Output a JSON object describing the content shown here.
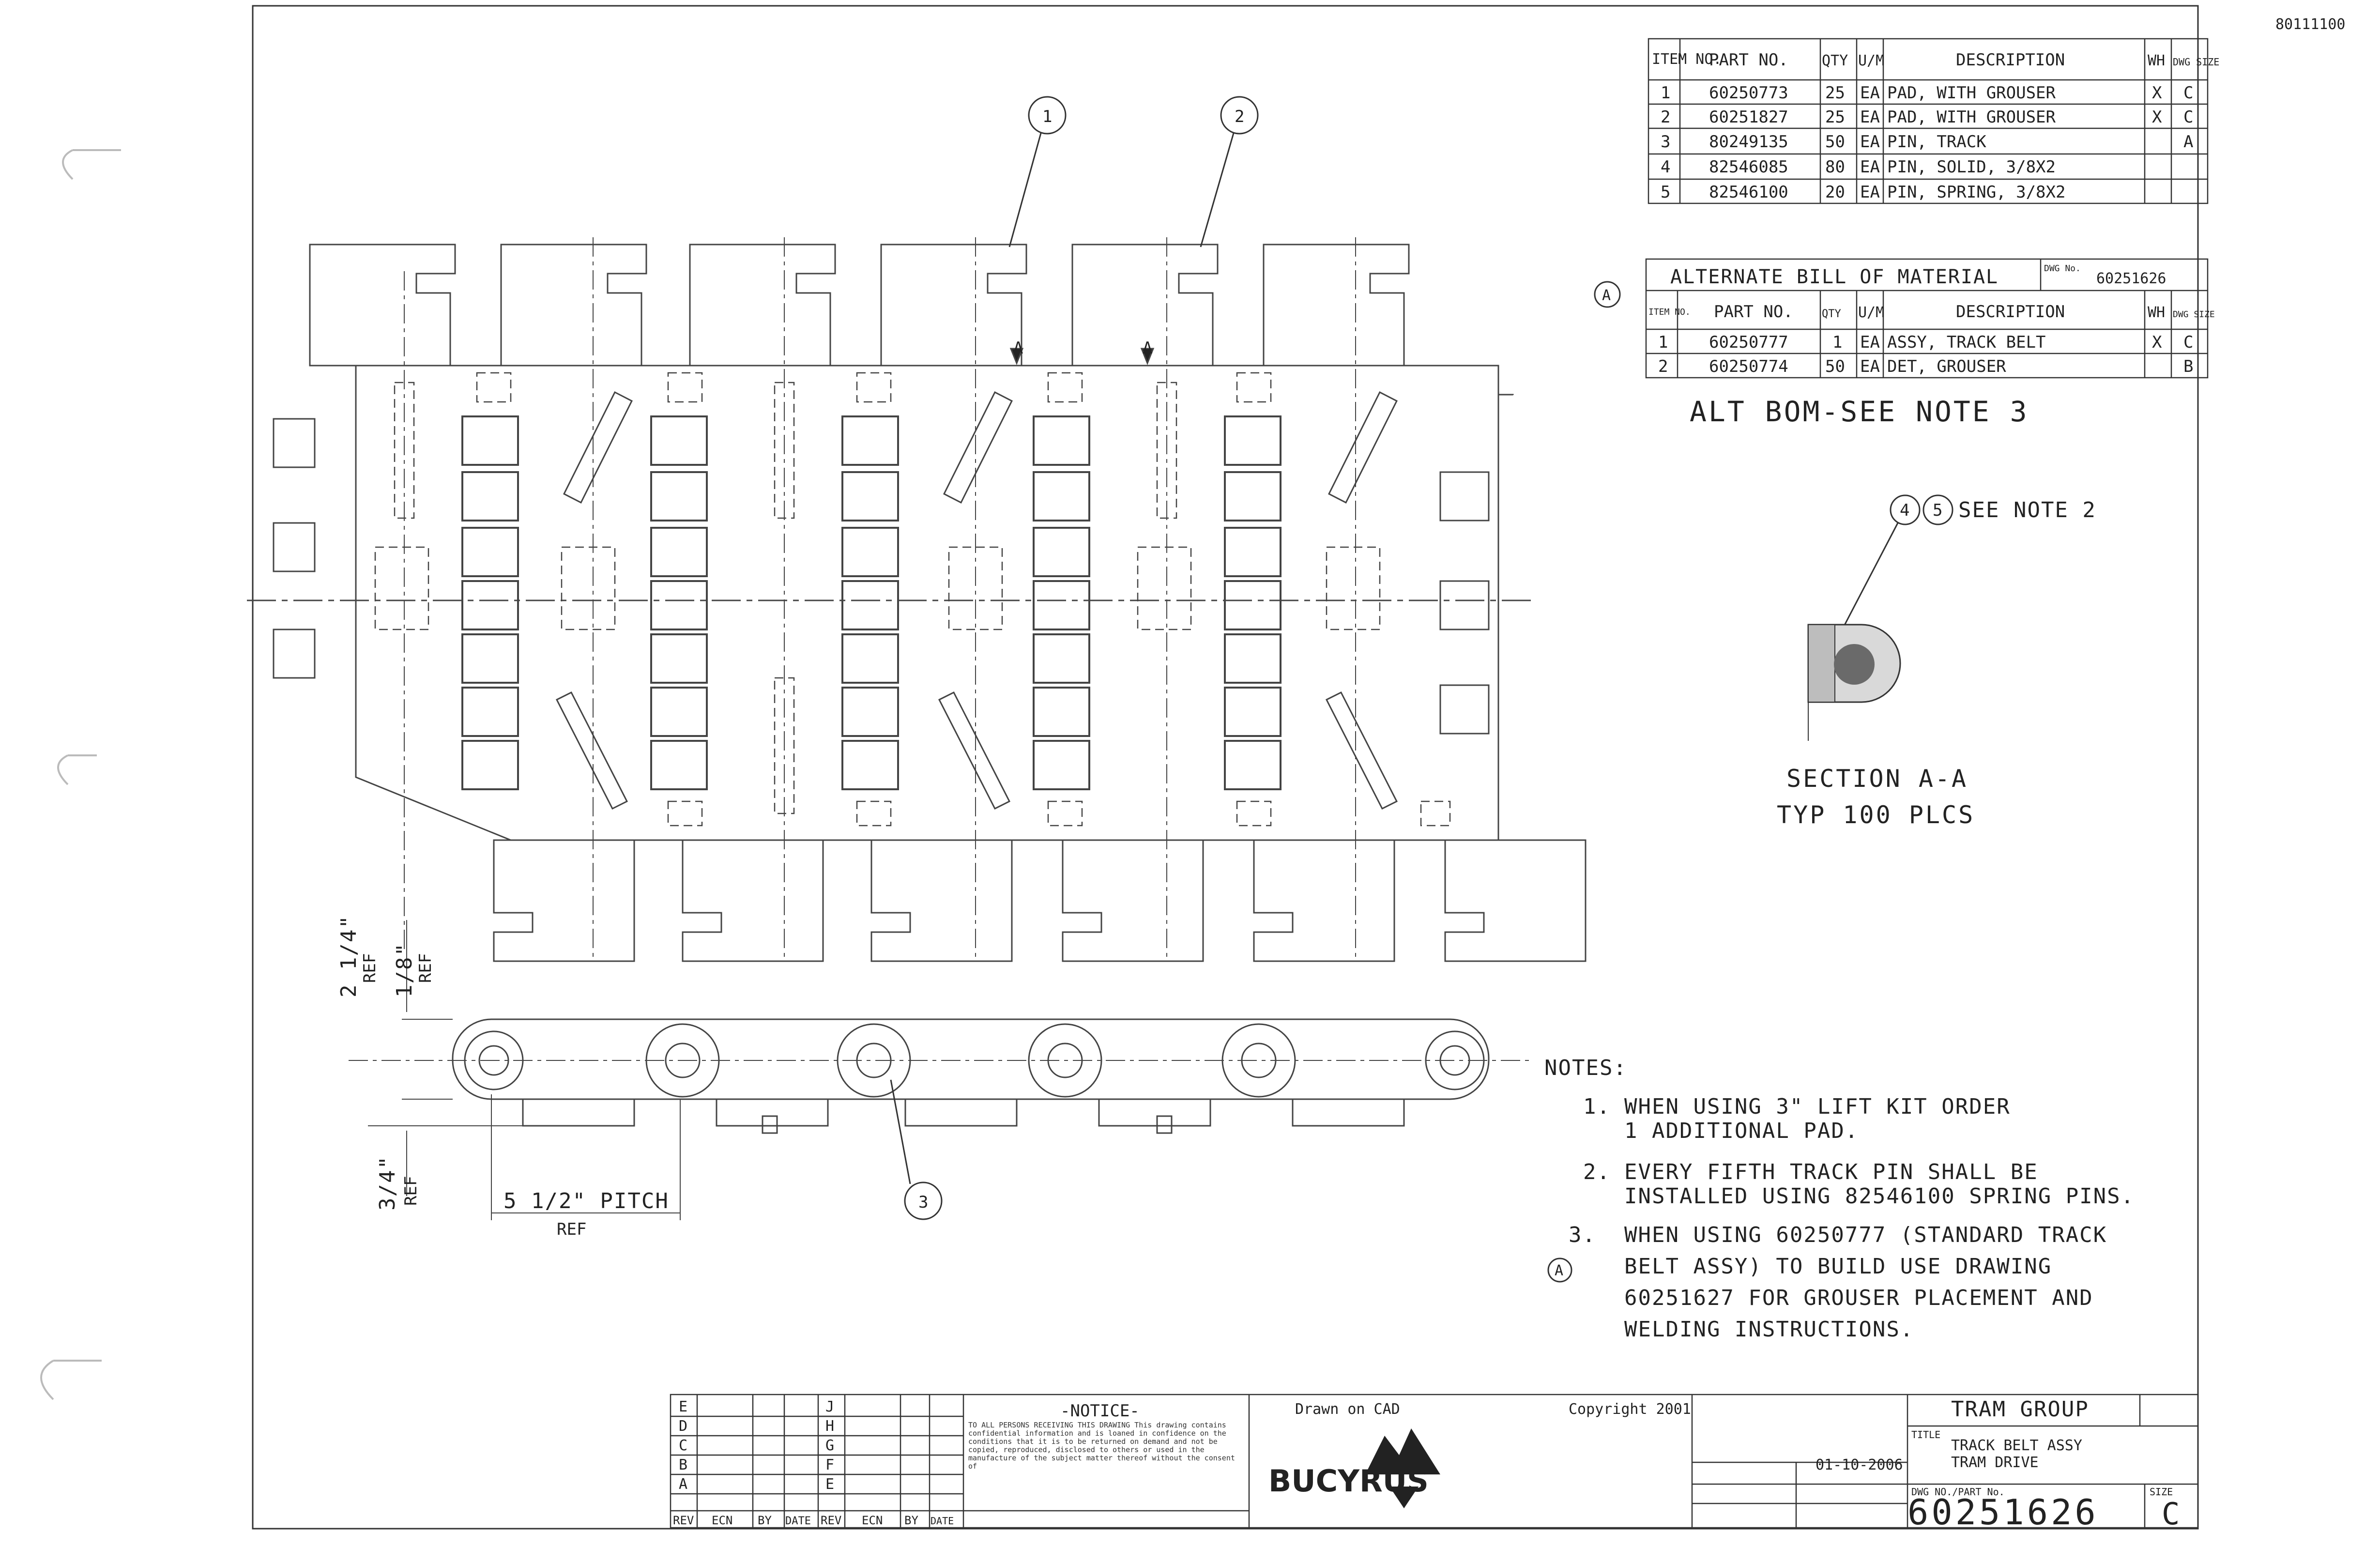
{
  "corner_code": "80111100",
  "callouts": {
    "c1": "1",
    "c2": "2",
    "c3": "3"
  },
  "section_markers": {
    "a1": "A",
    "a2": "A"
  },
  "bom": {
    "headers": [
      "ITEM NO.",
      "PART NO.",
      "QTY",
      "U/M",
      "DESCRIPTION",
      "WH",
      "DWG SIZE"
    ],
    "rows": [
      [
        "1",
        "60250773",
        "25",
        "EA",
        "PAD, WITH GROUSER",
        "X",
        "C"
      ],
      [
        "2",
        "60251827",
        "25",
        "EA",
        "PAD, WITH GROUSER",
        "X",
        "C"
      ],
      [
        "3",
        "80249135",
        "50",
        "EA",
        "PIN, TRACK",
        "",
        "A"
      ],
      [
        "4",
        "82546085",
        "80",
        "EA",
        "PIN, SOLID, 3/8X2",
        "",
        ""
      ],
      [
        "5",
        "82546100",
        "20",
        "EA",
        "PIN, SPRING, 3/8X2",
        "",
        ""
      ]
    ]
  },
  "alt_bom": {
    "marker": "A",
    "title": "ALTERNATE BILL OF MATERIAL",
    "ref_label": "DWG No.",
    "ref_value": "60251626",
    "headers": [
      "ITEM NO.",
      "PART NO.",
      "QTY",
      "U/M",
      "DESCRIPTION",
      "WH",
      "DWG SIZE"
    ],
    "rows": [
      [
        "1",
        "60250777",
        "1",
        "EA",
        "ASSY, TRACK BELT",
        "X",
        "C"
      ],
      [
        "2",
        "60250774",
        "50",
        "EA",
        "DET, GROUSER",
        "",
        "B"
      ]
    ],
    "note": "ALT BOM-SEE NOTE 3"
  },
  "section": {
    "balloon_a": "4",
    "balloon_b": "5",
    "see_note": "SEE NOTE 2",
    "title": "SECTION A-A",
    "subtitle": "TYP 100 PLCS"
  },
  "dimensions": {
    "d1": "2 1/4\"",
    "d1_ref": "REF",
    "d2": "1/8\"",
    "d2_ref": "REF",
    "d3": "3/4\"",
    "d3_ref": "REF",
    "pitch": "5 1/2\" PITCH",
    "pitch_ref": "REF"
  },
  "notes": {
    "heading": "NOTES:",
    "marker": "A",
    "items": [
      {
        "num": "1.",
        "lines": [
          "WHEN USING 3\" LIFT KIT ORDER",
          "1 ADDITIONAL PAD."
        ]
      },
      {
        "num": "2.",
        "lines": [
          "EVERY FIFTH TRACK PIN SHALL BE",
          "INSTALLED USING 82546100 SPRING PINS."
        ]
      },
      {
        "num": "3.",
        "lines": [
          "WHEN USING 60250777 (STANDARD TRACK",
          "BELT ASSY) TO BUILD USE DRAWING",
          "60251627 FOR GROUSER PLACEMENT AND",
          "WELDING INSTRUCTIONS."
        ]
      }
    ]
  },
  "title_block": {
    "rev_letters_left": [
      "E",
      "D",
      "C",
      "B",
      "A"
    ],
    "rev_letters_right": [
      "J",
      "H",
      "G",
      "F",
      "E"
    ],
    "rev_headers": [
      "REV",
      "ECN",
      "BY",
      "DATE",
      "REV",
      "ECN",
      "BY",
      "DATE"
    ],
    "notice_title": "-NOTICE-",
    "notice_text": "TO ALL PERSONS RECEIVING THIS DRAWING This drawing contains confidential information and is loaned in confidence on the conditions that it is to be returned on demand and not be copied, reproduced, disclosed to others or used in the manufacture of the subject matter thereof without the consent of",
    "drawn_on": "Drawn on CAD",
    "copyright": "Copyright 2001",
    "brand": "BUCYRUS",
    "date": "01-10-2006",
    "group_label": "TRAM GROUP",
    "title_label": "TITLE",
    "title_line1": "TRACK BELT ASSY",
    "title_line2": "TRAM DRIVE",
    "dwg_label": "DWG NO./PART No.",
    "dwg_number": "60251626",
    "size_label": "SIZE",
    "size": "C"
  }
}
